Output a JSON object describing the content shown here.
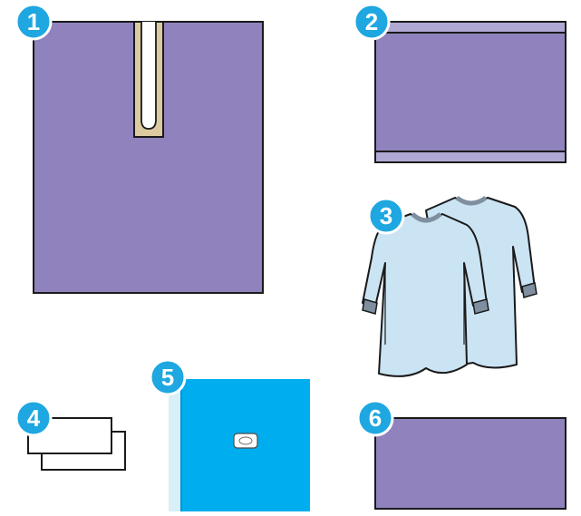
{
  "badges": [
    {
      "label": "1"
    },
    {
      "label": "2"
    },
    {
      "label": "3"
    },
    {
      "label": "4"
    },
    {
      "label": "5"
    },
    {
      "label": "6"
    }
  ],
  "colors": {
    "drape_purple": "#9082bd",
    "drape_stripe": "#b0a8d4",
    "slit_tan": "#dccaa0",
    "gown_blue": "#cbe4f4",
    "gown_cuff": "#7f8fa0",
    "drape_cyan": "#00aeef",
    "drape_cyan_dark": "#0096da",
    "adhesive_strip": "#d8eef8",
    "badge_fill": "#1ea7e0",
    "outline": "#1a1a1a"
  },
  "items": [
    {
      "icon": "slit-drape-icon"
    },
    {
      "icon": "striped-drape-icon"
    },
    {
      "icon": "surgical-gowns-icon"
    },
    {
      "icon": "hand-towels-icon"
    },
    {
      "icon": "adhesive-drape-icon"
    },
    {
      "icon": "plain-drape-icon"
    }
  ]
}
